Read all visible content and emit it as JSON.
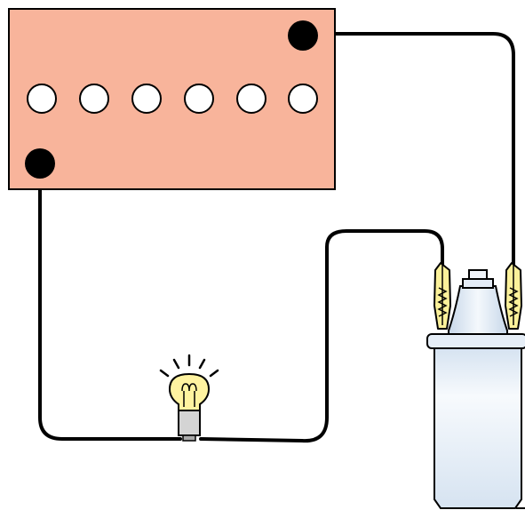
{
  "diagram": {
    "components": {
      "battery": {
        "cell_caps": 6,
        "terminals": 2
      },
      "bulb": {
        "state": "lit",
        "rays": 5
      },
      "ignition_coil": {
        "clips": 2
      }
    },
    "colors": {
      "battery_fill": "#f8b49b",
      "outline": "#000000",
      "wire": "#000000",
      "cell_cap": "#ffffff",
      "terminal": "#000000",
      "bulb_glass": "#fff3a0",
      "bulb_base": "#d4d4d4",
      "clip": "#fbf19a",
      "coil_body_light": "#f7fafd",
      "coil_body_shade": "#d6e3f1"
    }
  }
}
